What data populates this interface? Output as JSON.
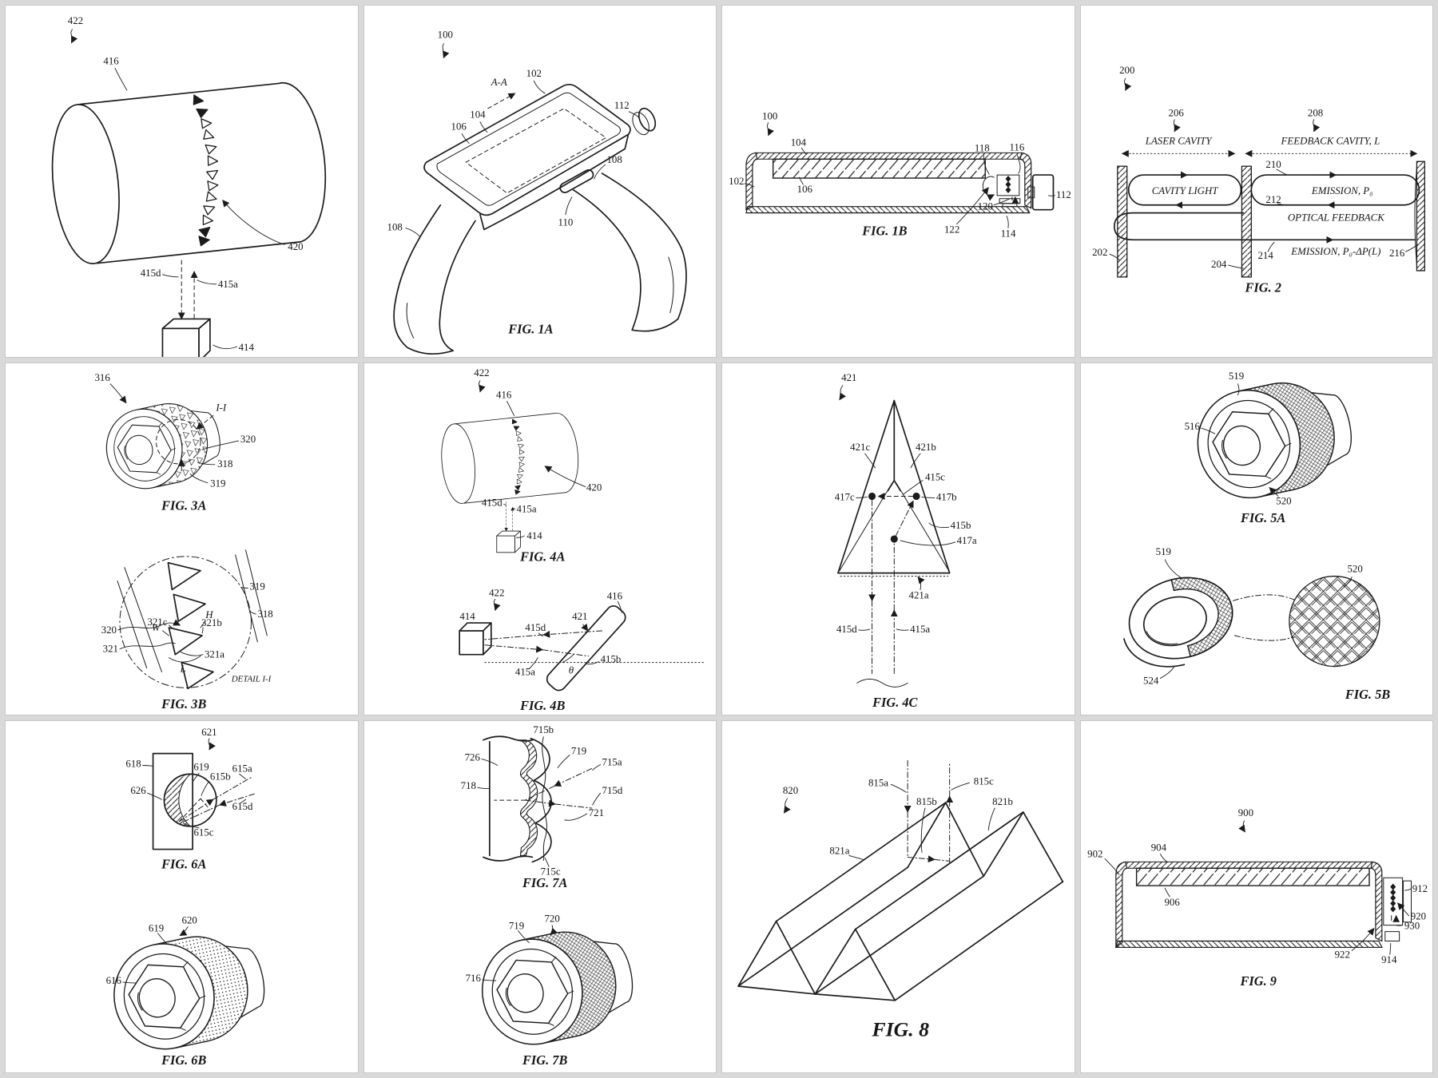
{
  "page": {
    "bg": "#d9d9d9",
    "panel_bg": "#ffffff",
    "panel_border": "#c7c7c7",
    "ink": "#1b1b1b"
  },
  "panels": {
    "p1": {
      "labels": {
        "r422": "422",
        "r416": "416",
        "r420": "420",
        "r415d": "415d",
        "r415a": "415a",
        "r414": "414"
      }
    },
    "p2": {
      "caption": "FIG. 1A",
      "labels": {
        "r100": "100",
        "sec": "A-A",
        "r102": "102",
        "r104": "104",
        "r106": "106",
        "r108l": "108",
        "r108r": "108",
        "r110": "110",
        "r112": "112"
      }
    },
    "p3": {
      "caption": "FIG. 1B",
      "labels": {
        "r100": "100",
        "r102": "102",
        "r104": "104",
        "r106": "106",
        "r112": "112",
        "r114": "114",
        "r116": "116",
        "r118": "118",
        "r120": "120",
        "r122": "122"
      }
    },
    "p4": {
      "caption": "FIG. 2",
      "labels": {
        "r200": "200",
        "r202": "202",
        "r204": "204",
        "r206": "206",
        "r208": "208",
        "r210": "210",
        "r212": "212",
        "r214": "214",
        "r216": "216"
      },
      "texts": {
        "laser_cavity": "LASER CAVITY",
        "feedback_cavity": "FEEDBACK CAVITY, L",
        "cavity_light": "CAVITY LIGHT",
        "emission": "EMISSION, P₀",
        "optical_feedback": "OPTICAL FEEDBACK",
        "emission_delta": "EMISSION, P₀-ΔP(L)"
      }
    },
    "p5": {
      "caption_a": "FIG. 3A",
      "caption_b": "FIG. 3B",
      "detail_note": "DETAIL I-I",
      "labels": {
        "r316": "316",
        "sec": "I-I",
        "r320a": "320",
        "r318a": "318",
        "r319a": "319",
        "r319b": "319",
        "r318b": "318",
        "r320b": "320",
        "r321": "321",
        "r321a": "321a",
        "r321b": "321b",
        "r321c": "321c",
        "dim_w": "W",
        "dim_h": "H",
        "dim_l": "L"
      }
    },
    "p6": {
      "caption_a": "FIG. 4A",
      "caption_b": "FIG. 4B",
      "labels": {
        "a422": "422",
        "a416": "416",
        "a420": "420",
        "a415d": "415d",
        "a415a": "415a",
        "a414": "414",
        "b422": "422",
        "b414": "414",
        "b415d": "415d",
        "b415a": "415a",
        "b415b": "415b",
        "b416": "416",
        "b421": "421",
        "theta": "θ"
      }
    },
    "p7": {
      "caption": "FIG. 4C",
      "labels": {
        "r421": "421",
        "r421a": "421a",
        "r421b": "421b",
        "r421c": "421c",
        "r415a": "415a",
        "r415b": "415b",
        "r415c": "415c",
        "r415d": "415d",
        "r417a": "417a",
        "r417b": "417b",
        "r417c": "417c"
      }
    },
    "p8": {
      "caption_a": "FIG. 5A",
      "caption_b": "FIG. 5B",
      "labels": {
        "a519": "519",
        "a516": "516",
        "a520": "520",
        "b519": "519",
        "b520": "520",
        "b524": "524"
      }
    },
    "p9": {
      "caption_a": "FIG. 6A",
      "caption_b": "FIG. 6B",
      "labels": {
        "r621": "621",
        "r618": "618",
        "r619a": "619",
        "r626": "626",
        "r615a": "615a",
        "r615b": "615b",
        "r615c": "615c",
        "r615d": "615d",
        "r620": "620",
        "r619b": "619",
        "r616": "616"
      }
    },
    "p10": {
      "caption_a": "FIG. 7A",
      "caption_b": "FIG. 7B",
      "labels": {
        "r715a": "715a",
        "r715b": "715b",
        "r715c": "715c",
        "r715d": "715d",
        "r718": "718",
        "r719a": "719",
        "r721": "721",
        "r726": "726",
        "r719b": "719",
        "r720": "720",
        "r716": "716"
      }
    },
    "p11": {
      "caption": "FIG. 8",
      "labels": {
        "r820": "820",
        "r815a": "815a",
        "r815b": "815b",
        "r815c": "815c",
        "r821a": "821a",
        "r821b": "821b"
      }
    },
    "p12": {
      "caption": "FIG. 9",
      "labels": {
        "r900": "900",
        "r902": "902",
        "r904": "904",
        "r906": "906",
        "r912": "912",
        "r914": "914",
        "r920": "920",
        "r922": "922",
        "r930": "930"
      }
    }
  }
}
